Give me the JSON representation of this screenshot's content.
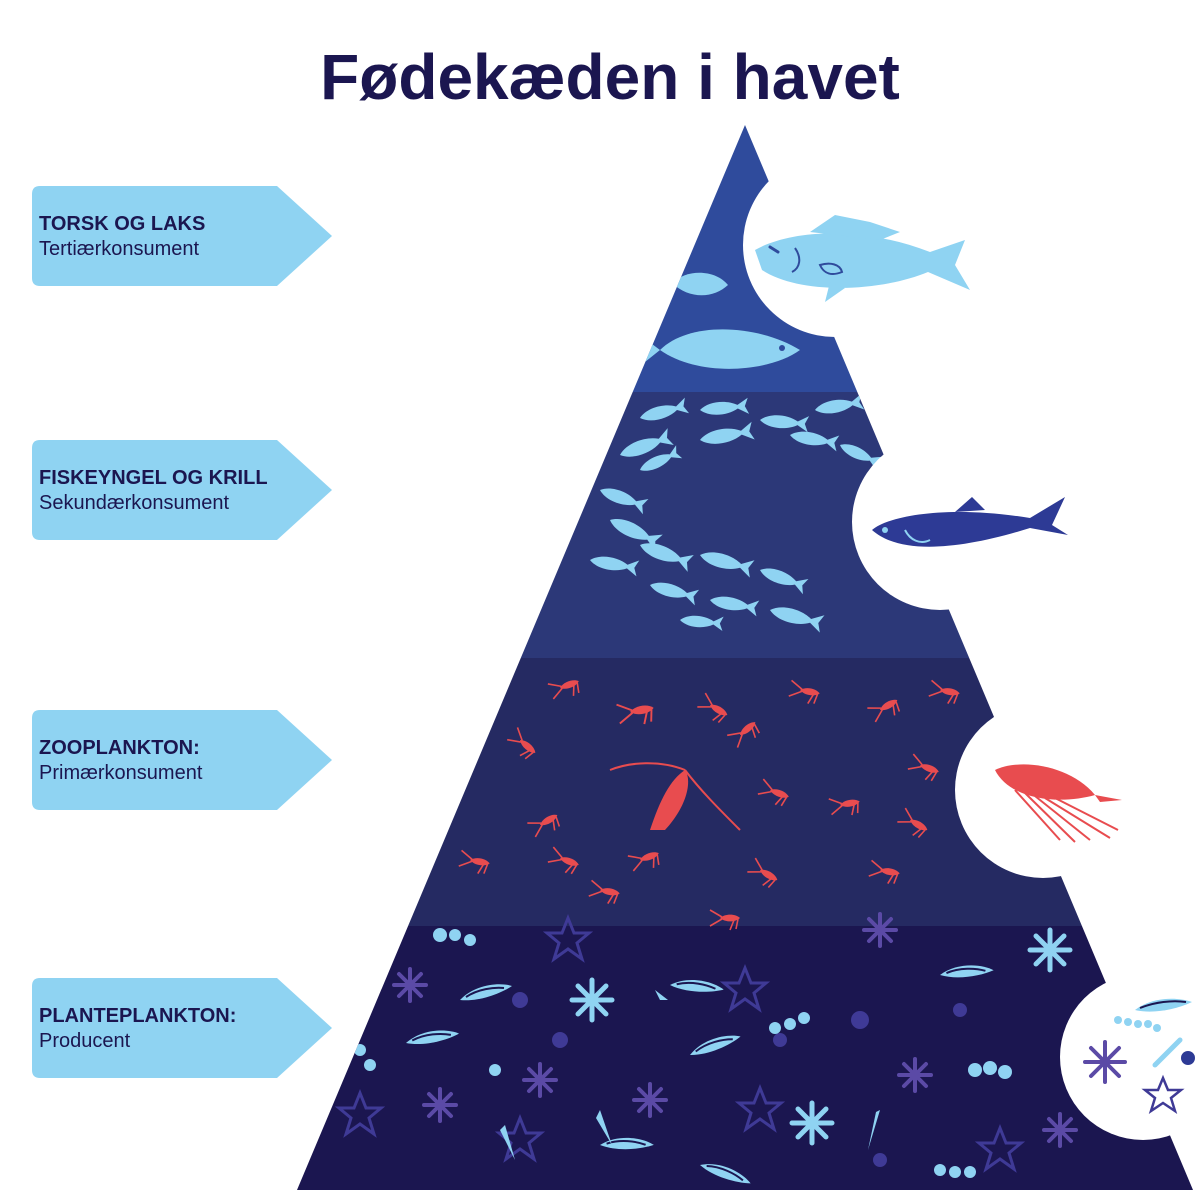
{
  "title": "Fødekæden i havet",
  "levels": [
    {
      "name": "TORSK OG LAKS",
      "role": "Tertiærkonsument"
    },
    {
      "name": "FISKEYNGEL OG KRILL",
      "role": "Sekundærkonsument"
    },
    {
      "name": "ZOOPLANKTON:",
      "role": "Primærkonsument"
    },
    {
      "name": "PLANTEPLANKTON:",
      "role": "Producent"
    }
  ],
  "colors": {
    "title": "#1b1650",
    "label_bg": "#8fd3f2",
    "tier_top": "#2f4b9c",
    "tier_second": "#2c3878",
    "tier_third": "#252a62",
    "tier_bottom": "#1b1650",
    "fish_light": "#8fd3f2",
    "herring": "#2d3a95",
    "zooplankton": "#e84c4f",
    "phyto_purple": "#5b4aa6"
  },
  "icons": [
    "cod-icon",
    "herring-icon",
    "zooplankton-icon",
    "phytoplankton-icon"
  ]
}
